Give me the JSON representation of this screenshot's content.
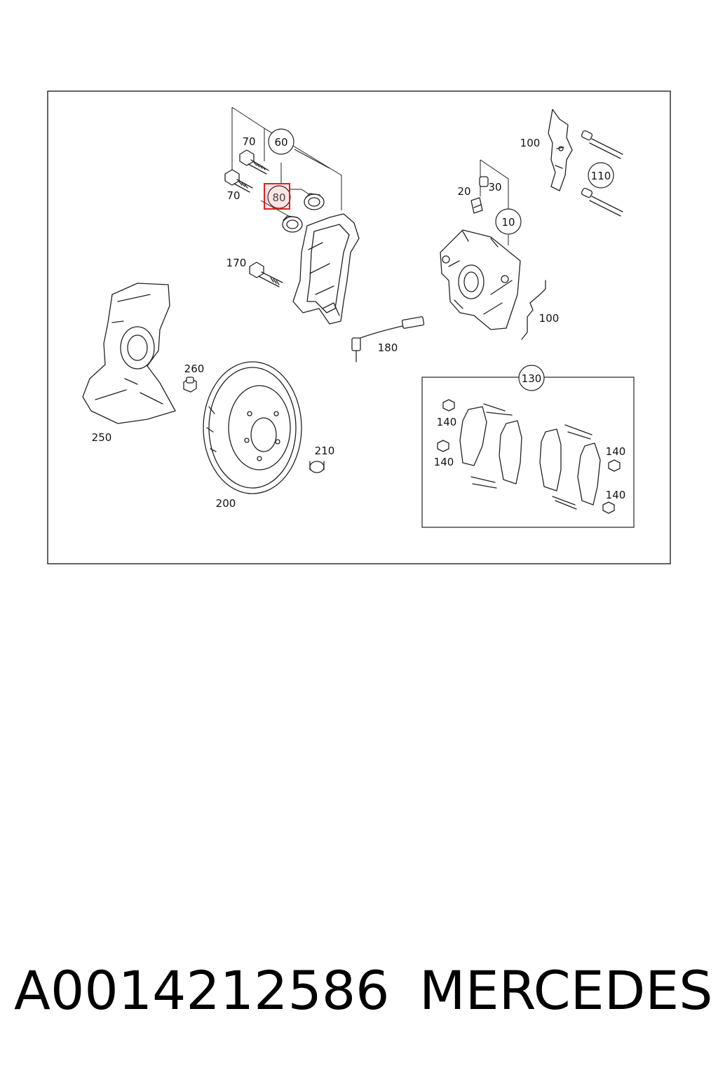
{
  "diagram": {
    "callouts": {
      "c10": "10",
      "c20": "20",
      "c30": "30",
      "c60": "60",
      "c70a": "70",
      "c70b": "70",
      "c80": "80",
      "c100a": "100",
      "c100b": "100",
      "c110": "110",
      "c130": "130",
      "c140a": "140",
      "c140b": "140",
      "c140c": "140",
      "c140d": "140",
      "c170": "170",
      "c180": "180",
      "c200": "200",
      "c210": "210",
      "c250": "250",
      "c260": "260"
    },
    "highlight_color": "#e02020"
  },
  "caption": {
    "part_number": "A0014212586",
    "brand": "MERCEDES"
  }
}
